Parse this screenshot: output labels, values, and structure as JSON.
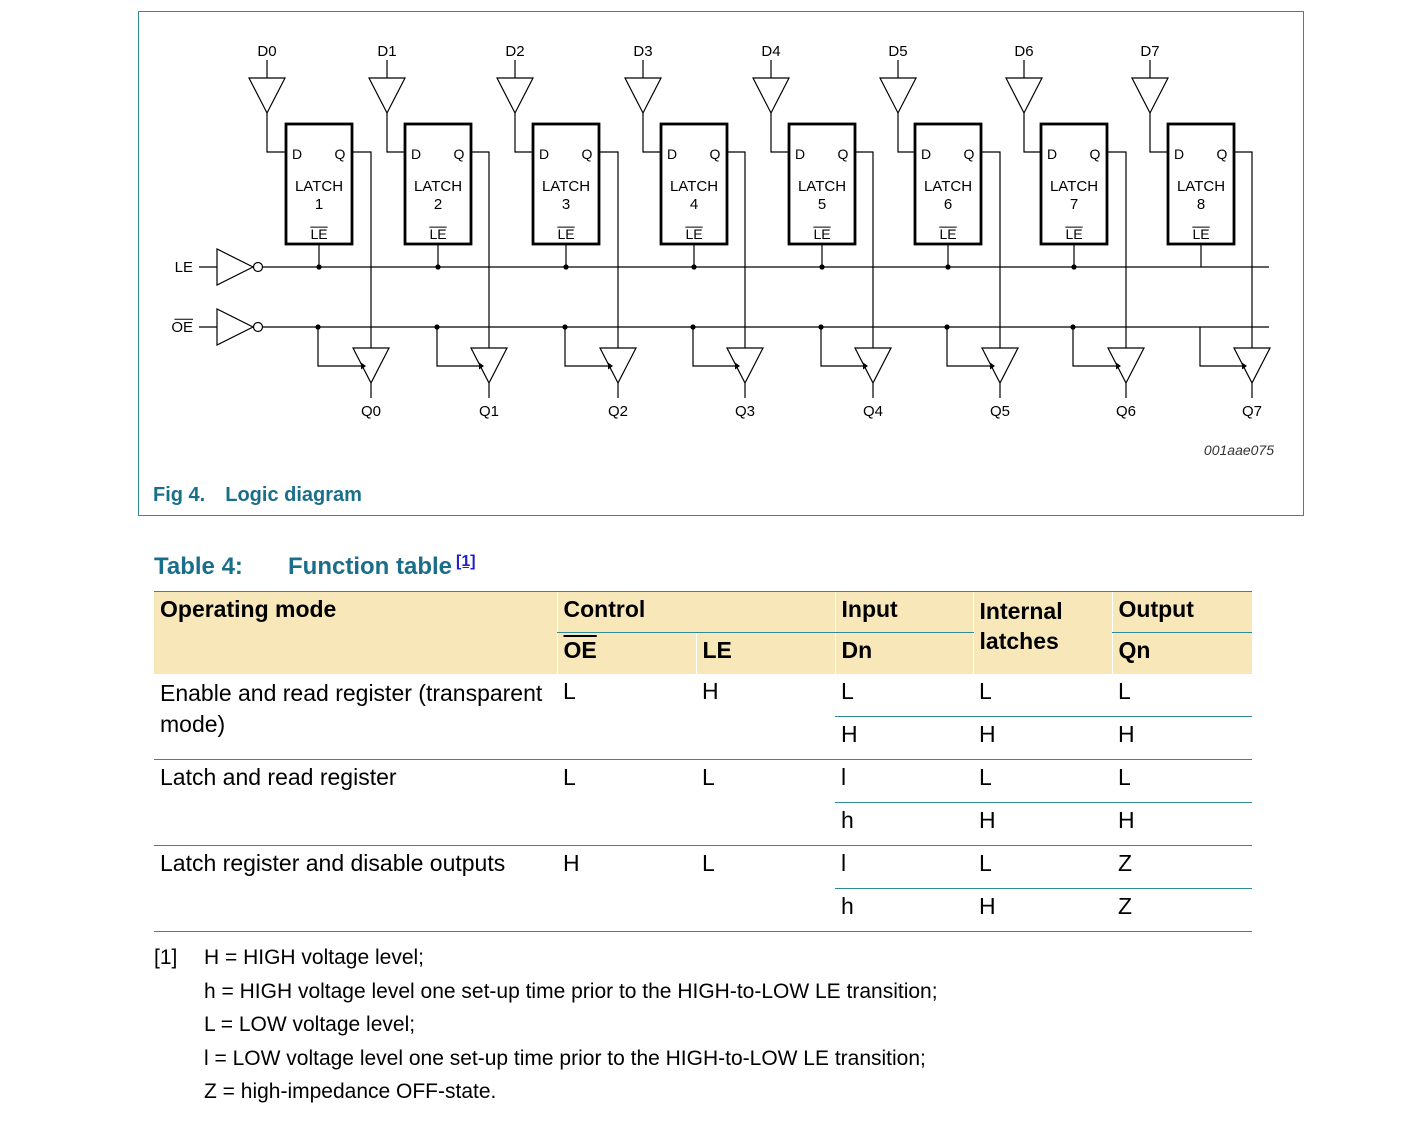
{
  "figure": {
    "fig_number": "Fig 4.",
    "fig_title": "Logic diagram",
    "drawing_id": "001aae075",
    "data_inputs": [
      "D0",
      "D1",
      "D2",
      "D3",
      "D4",
      "D5",
      "D6",
      "D7"
    ],
    "outputs": [
      "Q0",
      "Q1",
      "Q2",
      "Q3",
      "Q4",
      "Q5",
      "Q6",
      "Q7"
    ],
    "latch_pin_d": "D",
    "latch_pin_q": "Q",
    "latch_label": "LATCH",
    "latch_numbers": [
      "1",
      "2",
      "3",
      "4",
      "5",
      "6",
      "7",
      "8"
    ],
    "latch_enable_pin": "LE",
    "input_le": "LE",
    "input_oe": "OE"
  },
  "table": {
    "number": "Table 4:",
    "title": "Function table",
    "footnote_ref": "[1]",
    "headers": {
      "operating_mode": "Operating mode",
      "control": "Control",
      "oe": "OE",
      "le": "LE",
      "input": "Input",
      "dn": "Dn",
      "internal": "Internal latches",
      "output": "Output",
      "qn": "Qn"
    },
    "groups": [
      {
        "mode": "Enable and read register (transparent mode)",
        "oe": "L",
        "le": "H",
        "rows": [
          {
            "dn": "L",
            "latch": "L",
            "qn": "L"
          },
          {
            "dn": "H",
            "latch": "H",
            "qn": "H"
          }
        ]
      },
      {
        "mode": "Latch and read register",
        "oe": "L",
        "le": "L",
        "rows": [
          {
            "dn": "l",
            "latch": "L",
            "qn": "L"
          },
          {
            "dn": "h",
            "latch": "H",
            "qn": "H"
          }
        ]
      },
      {
        "mode": "Latch register and disable outputs",
        "oe": "H",
        "le": "L",
        "rows": [
          {
            "dn": "l",
            "latch": "L",
            "qn": "Z"
          },
          {
            "dn": "h",
            "latch": "H",
            "qn": "Z"
          }
        ]
      }
    ]
  },
  "notes": {
    "ref": "[1]",
    "lines": [
      "H = HIGH voltage level;",
      "h = HIGH voltage level one set-up time prior to the HIGH-to-LOW LE transition;",
      "L = LOW voltage level;",
      "l = LOW voltage level one set-up time prior to the HIGH-to-LOW LE transition;",
      "Z = high-impedance OFF-state."
    ]
  },
  "colors": {
    "accent": "#1b6e8a",
    "border": "#2f8a94",
    "header_fill": "#f7e7b9",
    "link": "#2020cc"
  }
}
